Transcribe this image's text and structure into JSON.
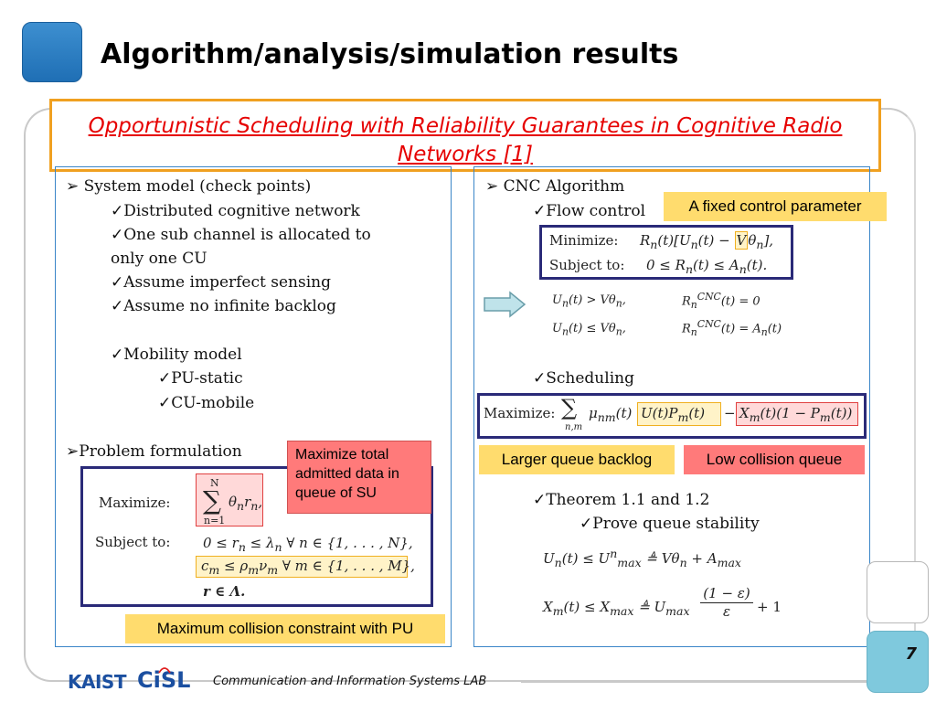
{
  "title": "Algorithm/analysis/simulation results",
  "subtitle": "Opportunistic Scheduling with Reliability Guarantees in Cognitive Radio Networks [1]",
  "left": {
    "heading": "System model (check points)",
    "checks": [
      "Distributed cognitive network",
      "One sub channel is allocated to",
      "only one CU",
      "Assume imperfect sensing",
      "Assume no infinite backlog"
    ],
    "mobility": "Mobility model",
    "mobility_items": [
      "PU-static",
      "CU-mobile"
    ],
    "problem": "Problem formulation",
    "callout_maximize": "Maximize total admitted data in queue of SU",
    "callout_collision": "Maximum collision constraint with PU",
    "formula": {
      "maximize_label": "Maximize:",
      "subject_label": "Subject to:",
      "sum_top": "N",
      "sum_bottom": "n=1",
      "objective": "θ<sub>n</sub>r<sub>n</sub>,",
      "c1": "0 ≤ r<sub>n</sub> ≤ λ<sub>n</sub> ∀ n ∈ {1, . . . , N},",
      "c2": "c<sub>m</sub> ≤ ρ<sub>m</sub>ν<sub>m</sub> ∀ m ∈ {1, . . . , M},",
      "c3": "r ∈ Λ."
    }
  },
  "right": {
    "heading": "CNC Algorithm",
    "flow": "Flow control",
    "fixed_label": "A fixed control parameter",
    "flow_formula": {
      "min_label": "Minimize:",
      "subject_label": "Subject to:"
    },
    "scheduling": "Scheduling",
    "sched_label": "Maximize:",
    "larger_label": "Larger queue backlog",
    "low_label": "Low collision queue",
    "theorem": "Theorem 1.1 and 1.2",
    "prove": "Prove queue stability"
  },
  "footer": {
    "brand": "KAIST",
    "lab_logo": "CiSL",
    "lab": "Communication and Information Systems LAB",
    "page": "7"
  },
  "colors": {
    "subtitle": "#e60000",
    "panel_border": "#3b86c8",
    "callout_red": "#ff7a7a",
    "callout_yellow": "#ffdc6e",
    "formula_box": "#2a2a78",
    "page_box": "#7fc9dd"
  }
}
